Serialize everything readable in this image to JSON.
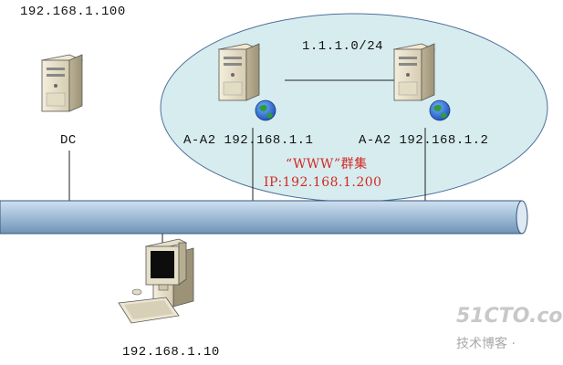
{
  "labels": {
    "dc_ip": "192.168.1.100",
    "dc_name": "DC",
    "subnet": "1.1.1.0/24",
    "node1": "A-A2 192.168.1.1",
    "node2": "A-A2 192.168.1.2",
    "cluster_name": "“WWW”群集",
    "cluster_ip": "IP:192.168.1.200",
    "client_ip": "192.168.1.10"
  },
  "watermark": {
    "site": "51CTO.co",
    "sub": "技术博客 ·"
  },
  "colors": {
    "cluster_fill": "#d7ecef",
    "bus": "#a8c3dc",
    "label_red": "#d12a22"
  }
}
